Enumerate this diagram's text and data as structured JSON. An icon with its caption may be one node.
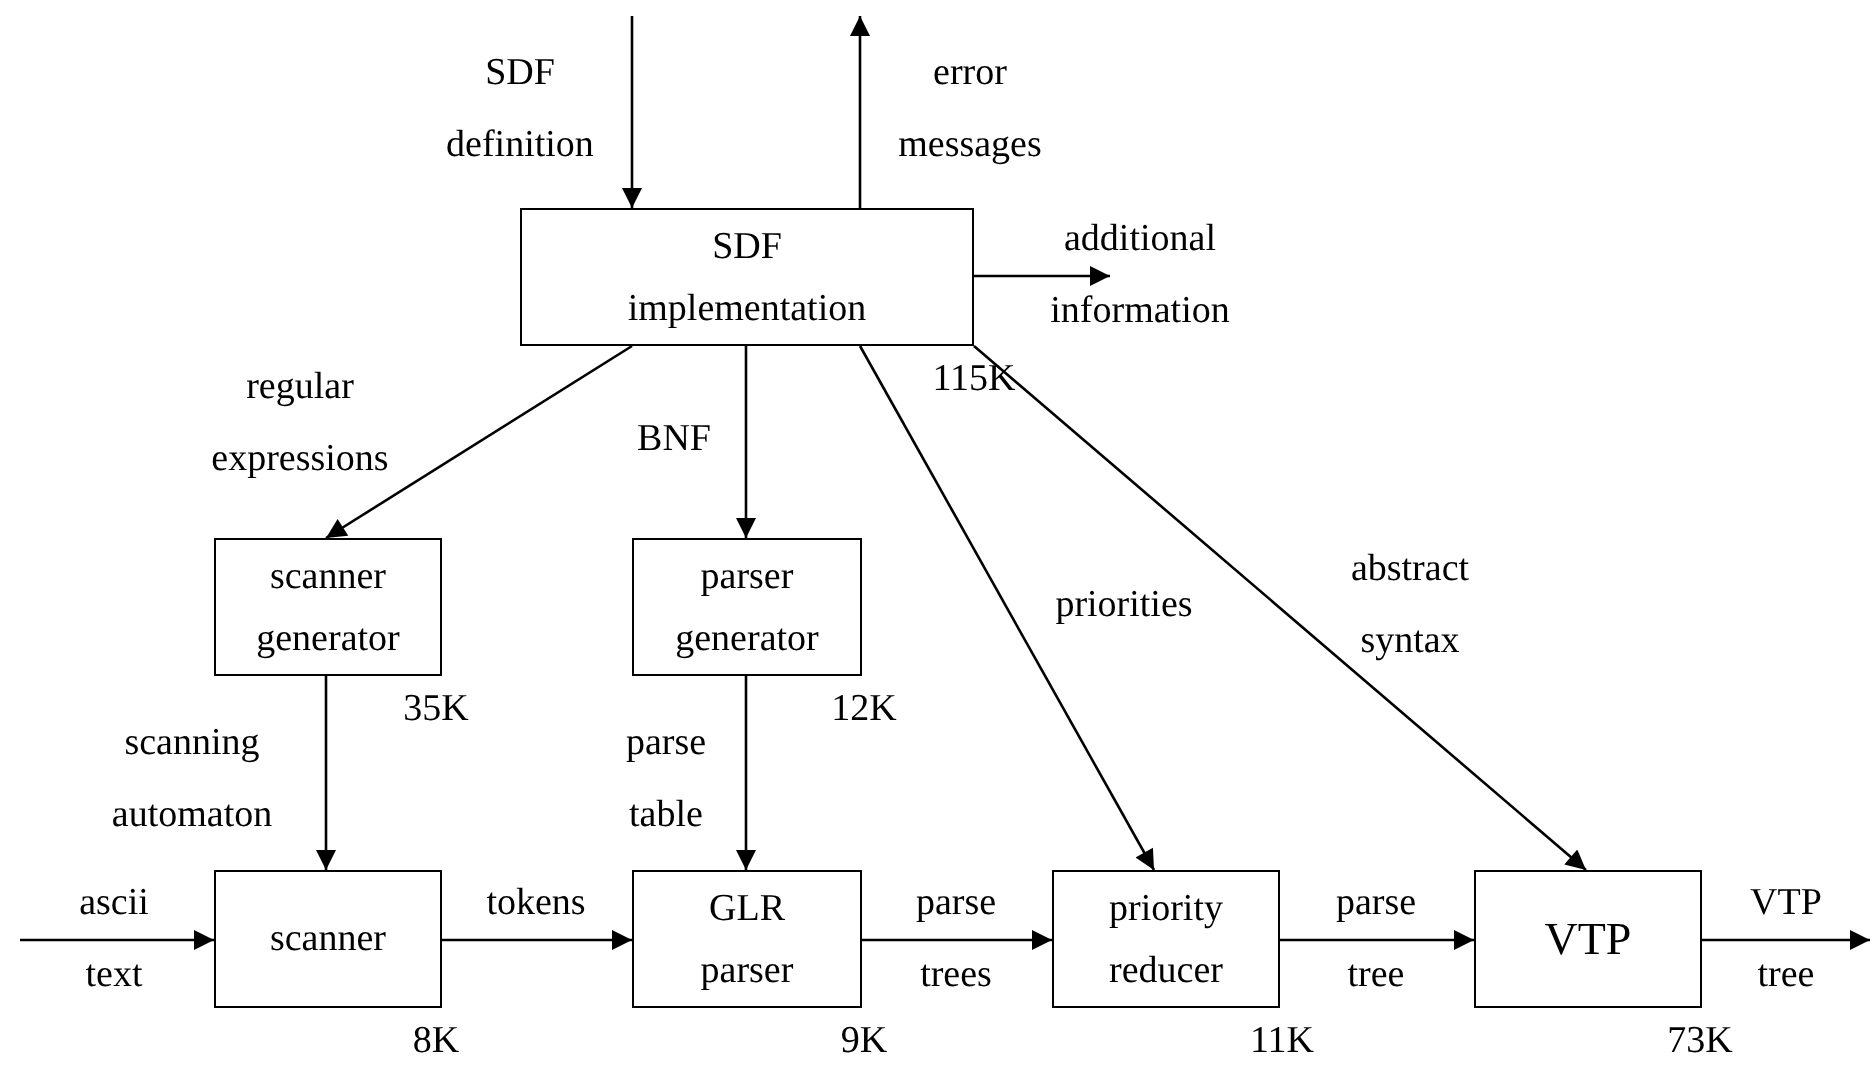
{
  "diagram": {
    "nodes": [
      {
        "text": [
          "SDF implementation"
        ],
        "beside": [
          "115K"
        ]
      },
      {
        "text": [
          "scanner generator"
        ],
        "beside": [
          "35K"
        ]
      },
      {
        "text": [
          "parser generator"
        ],
        "beside": [
          "12K"
        ]
      },
      {
        "text": [
          "scanner"
        ],
        "beside": [
          "8K"
        ]
      },
      {
        "text": [
          "GLR parser"
        ],
        "beside": [
          "9K"
        ]
      },
      {
        "text": [
          "priority reducer"
        ],
        "beside": [
          "11K"
        ]
      },
      {
        "text": [
          "VTP"
        ],
        "beside": [
          "73K"
        ]
      }
    ],
    "edges": [
      {
        "from": null,
        "to": 0,
        "arrow": "to",
        "label": "SDF definition"
      },
      {
        "from": 0,
        "to": null,
        "arrow": "to",
        "label": "error messages"
      },
      {
        "from": 0,
        "to": null,
        "arrow": "to",
        "label": "additional information"
      },
      {
        "from": 0,
        "to": 1,
        "arrow": "to",
        "label": "regular expressions"
      },
      {
        "from": 0,
        "to": 2,
        "arrow": "to",
        "label": "BNF"
      },
      {
        "from": 0,
        "to": 5,
        "arrow": "to",
        "label": "priorities"
      },
      {
        "from": 0,
        "to": 6,
        "arrow": "to",
        "label": "abstract syntax"
      },
      {
        "from": 1,
        "to": 3,
        "arrow": "to",
        "label": "scanning automaton"
      },
      {
        "from": 2,
        "to": 4,
        "arrow": "to",
        "label": "parse table"
      },
      {
        "from": null,
        "to": 3,
        "arrow": "to",
        "label": "ascii text"
      },
      {
        "from": 3,
        "to": 4,
        "arrow": "to",
        "label": "tokens"
      },
      {
        "from": 4,
        "to": 5,
        "arrow": "to",
        "label": "parse trees"
      },
      {
        "from": 5,
        "to": 6,
        "arrow": "to",
        "label": "parse tree"
      },
      {
        "from": 6,
        "to": null,
        "arrow": "to",
        "label": "VTP tree"
      }
    ]
  }
}
